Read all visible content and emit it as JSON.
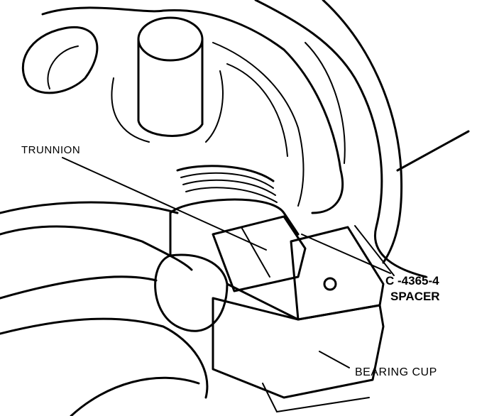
{
  "labels": {
    "trunnion": "TRUNNION",
    "tool_number": "C -4365-4",
    "spacer": "SPACER",
    "bearing_cup": "BEARING CUP"
  }
}
